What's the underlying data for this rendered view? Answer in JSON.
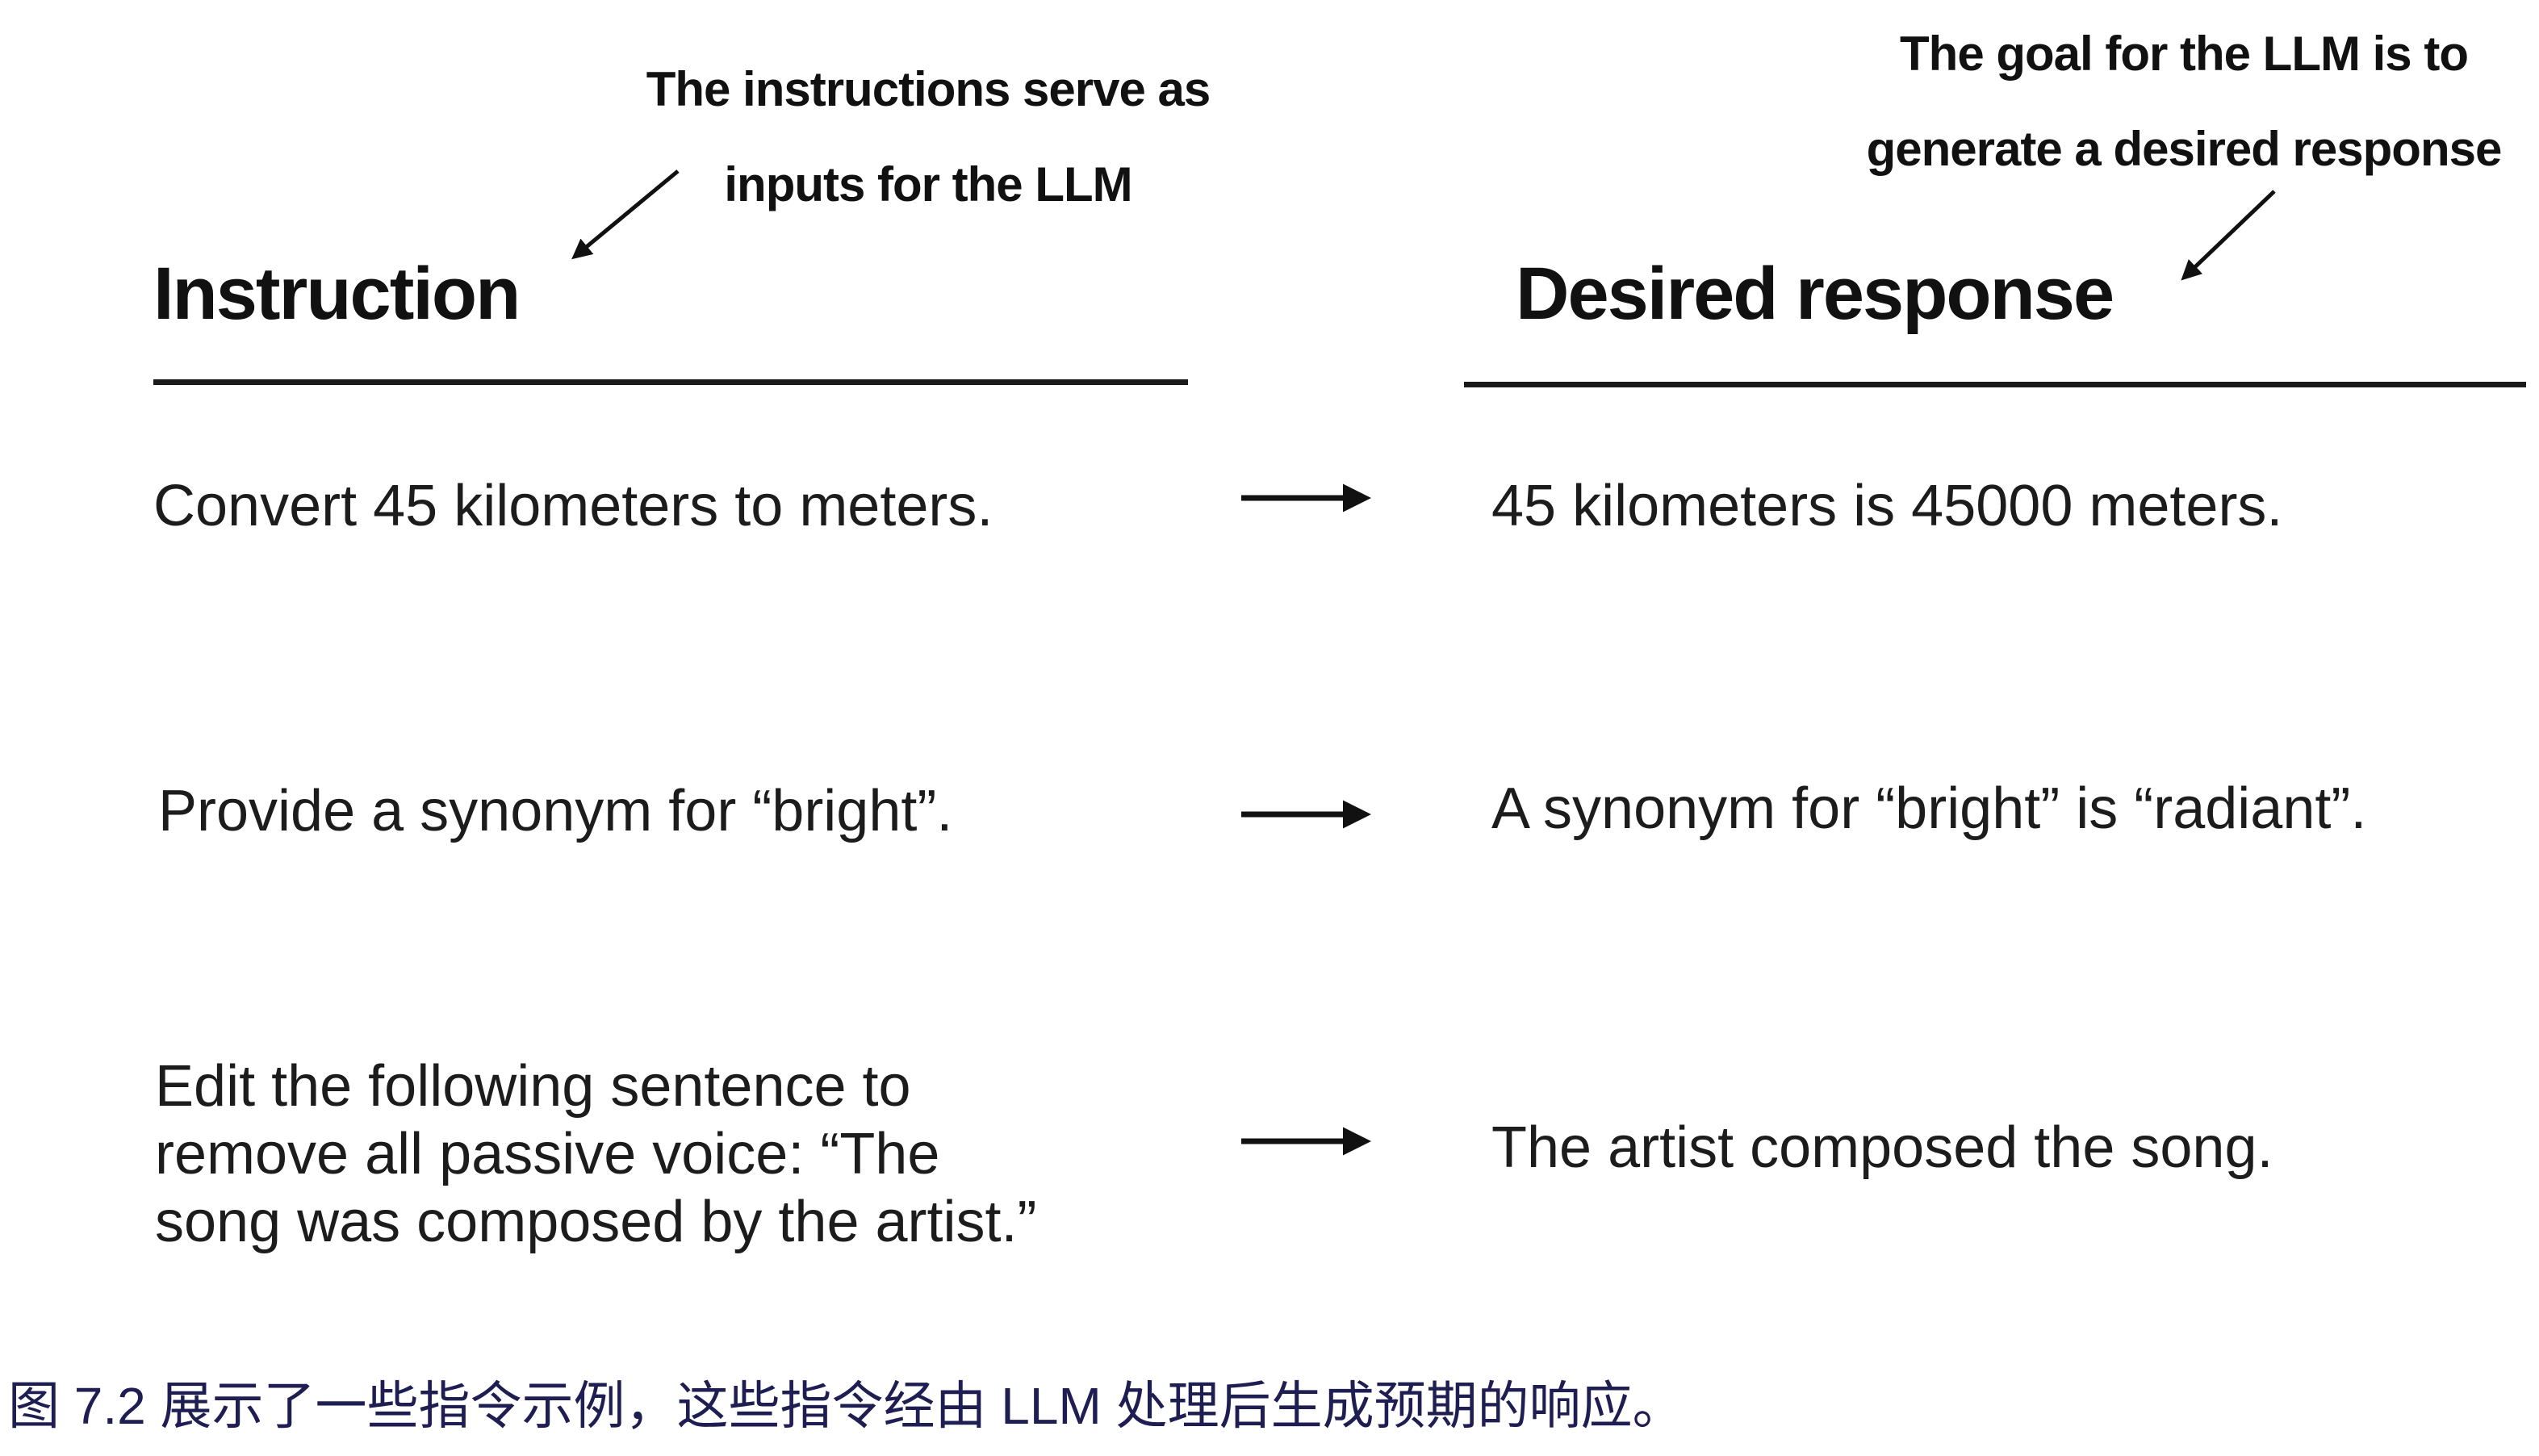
{
  "figure": {
    "annotations": {
      "left": {
        "line1": "The instructions serve as",
        "line2": "inputs for the LLM"
      },
      "right": {
        "line1": "The goal for the LLM is to",
        "line2": "generate a desired response"
      }
    },
    "columns": {
      "left_header": "Instruction",
      "right_header": "Desired response"
    },
    "rows": [
      {
        "instruction": "Convert 45 kilometers to meters.",
        "response": "45 kilometers is 45000 meters."
      },
      {
        "instruction": "Provide a synonym for “bright”.",
        "response": "A synonym for “bright” is “radiant”."
      },
      {
        "instruction": "Edit the following sentence to\nremove all passive voice: “The\nsong was composed by the artist.”",
        "response": "The artist composed the song."
      }
    ],
    "caption": "图 7.2 展示了一些指令示例，这些指令经由 LLM 处理后生成预期的响应。",
    "colors": {
      "text": "#1c1c1c",
      "caption": "#1e1e52",
      "rule": "#1a1a1a",
      "background": "#ffffff"
    }
  }
}
